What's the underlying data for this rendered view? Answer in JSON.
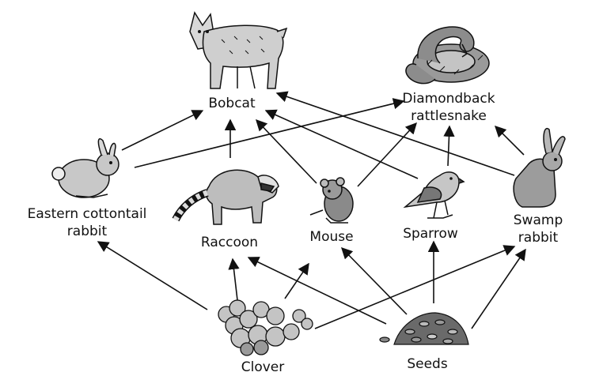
{
  "organisms": {
    "bobcat": {
      "label": "Bobcat",
      "icon": "bobcat-icon"
    },
    "rattlesnake": {
      "label_line1": "Diamondback",
      "label_line2": "rattlesnake",
      "icon": "rattlesnake-icon"
    },
    "cottontail": {
      "label_line1": "Eastern cottontail",
      "label_line2": "rabbit",
      "icon": "rabbit-icon"
    },
    "raccoon": {
      "label": "Raccoon",
      "icon": "raccoon-icon"
    },
    "mouse": {
      "label": "Mouse",
      "icon": "mouse-icon"
    },
    "sparrow": {
      "label": "Sparrow",
      "icon": "sparrow-icon"
    },
    "swamp_rabbit": {
      "label_line1": "Swamp",
      "label_line2": "rabbit",
      "icon": "hare-icon"
    },
    "clover": {
      "label": "Clover",
      "icon": "clover-icon"
    },
    "seeds": {
      "label": "Seeds",
      "icon": "seeds-icon"
    }
  },
  "arrows": [
    {
      "from": "cottontail",
      "to": "bobcat"
    },
    {
      "from": "cottontail",
      "to": "rattlesnake"
    },
    {
      "from": "raccoon",
      "to": "bobcat"
    },
    {
      "from": "mouse",
      "to": "bobcat"
    },
    {
      "from": "mouse",
      "to": "rattlesnake"
    },
    {
      "from": "sparrow",
      "to": "bobcat"
    },
    {
      "from": "sparrow",
      "to": "rattlesnake"
    },
    {
      "from": "swamp_rabbit",
      "to": "bobcat"
    },
    {
      "from": "swamp_rabbit",
      "to": "rattlesnake"
    },
    {
      "from": "clover",
      "to": "cottontail"
    },
    {
      "from": "clover",
      "to": "raccoon"
    },
    {
      "from": "clover",
      "to": "mouse"
    },
    {
      "from": "clover",
      "to": "swamp_rabbit"
    },
    {
      "from": "seeds",
      "to": "raccoon"
    },
    {
      "from": "seeds",
      "to": "mouse"
    },
    {
      "from": "seeds",
      "to": "sparrow"
    },
    {
      "from": "seeds",
      "to": "swamp_rabbit"
    }
  ],
  "colors": {
    "ink": "#111111",
    "fill_light": "#cfcfcf",
    "fill_mid": "#9a9a9a",
    "fill_dark": "#555555"
  }
}
